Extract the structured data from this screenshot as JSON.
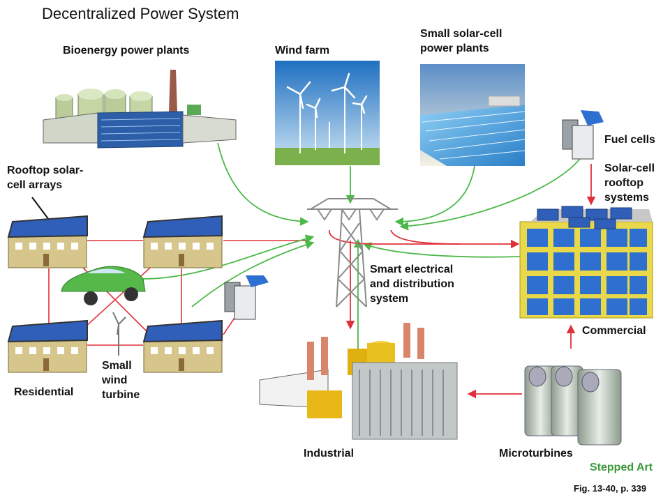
{
  "title": "Decentralized Power System",
  "labels": {
    "bioenergy": "Bioenergy power plants",
    "wind_farm": "Wind farm",
    "solar_plants": "Small solar-cell\npower plants",
    "fuel_cells": "Fuel cells",
    "rooftop_arrays": "Rooftop solar-\ncell arrays",
    "solar_rooftop": "Solar-cell\nrooftop\nsystems",
    "smart_grid": "Smart electrical\nand distribution\nsystem",
    "commercial": "Commercial",
    "small_wind": "Small\nwind\nturbine",
    "residential": "Residential",
    "industrial": "Industrial",
    "microturbines": "Microturbines"
  },
  "footer": {
    "stepped_art": "Stepped Art",
    "figure_ref": "Fig. 13-40, p. 339"
  },
  "colors": {
    "supply_arrow": "#4cb848",
    "demand_arrow": "#e0303a",
    "house_wall": "#d6c68c",
    "roof": "#3a3a3a",
    "solar_panel": "#2f5fb8",
    "building_frame": "#e8d84a",
    "glass": "#2e6fd0"
  }
}
